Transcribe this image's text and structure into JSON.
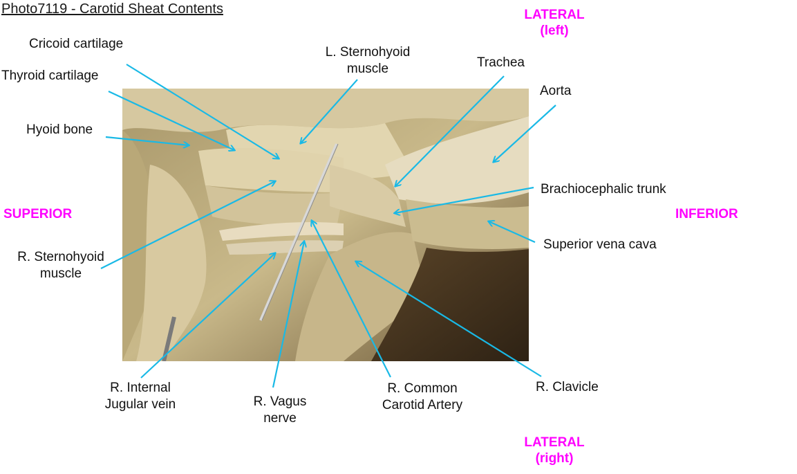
{
  "title": "Photo7119 - Carotid Sheat Contents",
  "orientation": {
    "top": {
      "line1": "LATERAL",
      "line2": "(left)"
    },
    "bottom": {
      "line1": "LATERAL",
      "line2": "(right)"
    },
    "left": "SUPERIOR",
    "right": "INFERIOR"
  },
  "colors": {
    "leader_line": "#19b9e6",
    "orientation_text": "#ff00ff",
    "label_text": "#111111"
  },
  "labels": {
    "cricoid_cartilage": "Cricoid cartilage",
    "thyroid_cartilage": "Thyroid cartilage",
    "hyoid_bone": "Hyoid bone",
    "l_sternohyoid": {
      "line1": "L. Sternohyoid",
      "line2": "muscle"
    },
    "trachea": "Trachea",
    "aorta": "Aorta",
    "brachiocephalic_trunk": "Brachiocephalic trunk",
    "superior_vena_cava": "Superior vena cava",
    "r_sternohyoid": {
      "line1": "R. Sternohyoid",
      "line2": "muscle"
    },
    "r_internal_jugular": {
      "line1": "R. Internal",
      "line2": "Jugular vein"
    },
    "r_vagus": {
      "line1": "R. Vagus",
      "line2": "nerve"
    },
    "r_common_carotid": {
      "line1": "R. Common",
      "line2": "Carotid Artery"
    },
    "r_clavicle": "R. Clavicle"
  },
  "photo": {
    "subject": "dissection photograph of neck / carotid sheath",
    "icon": "photo-icon"
  }
}
